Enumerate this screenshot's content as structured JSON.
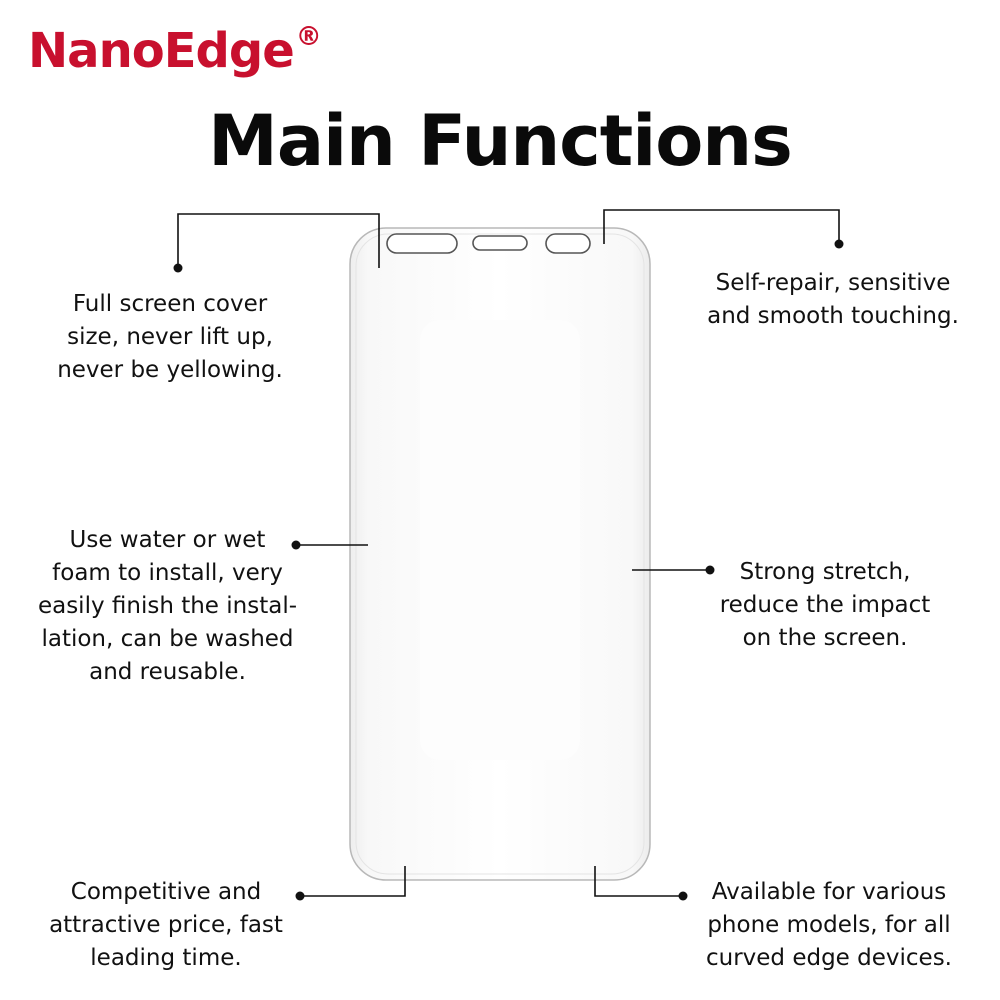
{
  "brand": {
    "name": "NanoEdge",
    "mark": "®",
    "color": "#c8102e"
  },
  "title": "Main Functions",
  "features": {
    "full_cover": "Full screen cover\nsize, never lift up,\nnever be yellowing.",
    "self_repair": "Self-repair, sensitive\nand smooth touching.",
    "install": "Use water or wet\nfoam to install, very\neasily finish the instal-\nlation, can be washed\nand reusable.",
    "stretch": "Strong stretch,\nreduce the impact\non the screen.",
    "price": "Competitive and\nattractive price, fast\nleading time.",
    "models": "Available for various\nphone models, for all\ncurved edge devices."
  },
  "illustration": {
    "icon": "screen-protector-film-icon"
  }
}
